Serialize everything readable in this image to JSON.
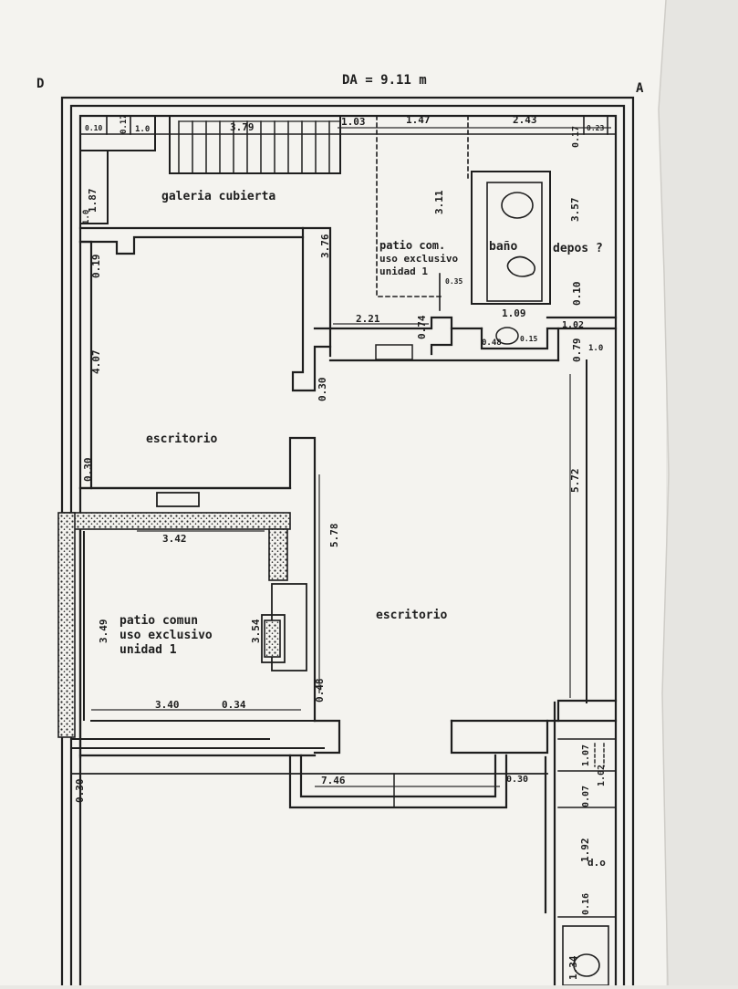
{
  "header": {
    "title": "DA = 9.11 m",
    "corner_left": "D",
    "corner_right": "A"
  },
  "rooms": {
    "galeria": "galeria cubierta",
    "patio_top": [
      "patio com.",
      "uso exclusivo",
      "unidad 1"
    ],
    "bano": "baño",
    "depos": "depos ?",
    "escritorio_left": "escritorio",
    "escritorio_main": "escritorio",
    "patio_left": [
      "patio comun",
      "uso exclusivo",
      "unidad 1"
    ]
  },
  "dimensions": {
    "d_010": "0.10",
    "d_017a": "0.17",
    "d_10": "1.0",
    "d_379": "3.79",
    "d_103": "1.03",
    "d_147": "1.47",
    "d_243": "2.43",
    "d_017b": "0.17",
    "d_023": "0.23",
    "d_187": "1.87",
    "d_10b": "1.0",
    "d_311": "3.11",
    "d_357": "3.57",
    "d_376": "3.76",
    "d_019": "0.19",
    "d_035": "0.35",
    "d_010b": "0.10",
    "d_221": "2.21",
    "d_074": "0.74",
    "d_109": "1.09",
    "d_102": "1.02",
    "d_048a": "0.48",
    "d_015": "0.15",
    "d_079": "0.79",
    "d_10c": "1.0",
    "d_407": "4.07",
    "d_030a": "0.30",
    "d_030b": "0.30",
    "d_572": "5.72",
    "d_342": "3.42",
    "d_578": "5.78",
    "d_349": "3.49",
    "d_354": "3.54",
    "d_340": "3.40",
    "d_034": "0.34",
    "d_048b": "0.48",
    "d_030c": "0.30",
    "d_746": "7.46",
    "d_030d": "0.30",
    "d_107": "1.07",
    "d_102b": "1.02",
    "d_007": "0.07",
    "d_192": "1.92",
    "d_do": "d.o",
    "d_016": "0.16",
    "d_134": "1.34"
  }
}
